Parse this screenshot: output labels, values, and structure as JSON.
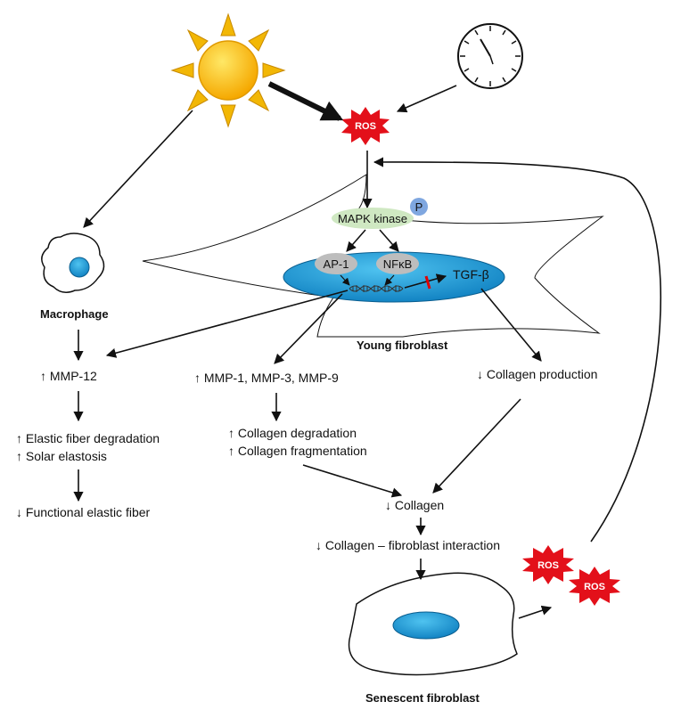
{
  "labels": {
    "ros_top": "ROS",
    "mapk": "MAPK kinase",
    "phospho": "P",
    "ap1": "AP-1",
    "nfkb": "NFκB",
    "tgfb": "TGF-β",
    "young_fibroblast": "Young fibroblast",
    "macrophage": "Macrophage",
    "mmp12": "↑ MMP-12",
    "mmp_1_3_9": "↑ MMP-1, MMP-3, MMP-9",
    "collagen_production": "↓ Collagen production",
    "elastic_degradation": "↑ Elastic fiber degradation",
    "solar_elastosis": "↑ Solar elastosis",
    "functional_elastic": "↓ Functional elastic fiber",
    "collagen_degradation": "↑ Collagen degradation",
    "collagen_fragmentation": "↑ Collagen fragmentation",
    "collagen": "↓ Collagen",
    "collagen_interaction": "↓ Collagen – fibroblast interaction",
    "ros_left": "ROS",
    "ros_right": "ROS",
    "senescent_fibroblast": "Senescent fibroblast"
  },
  "colors": {
    "sun": "#FFC20E",
    "sun_ray": "#F2B705",
    "ros_burst": "#E3101A",
    "nucleus": "#1E9FDB",
    "mapk_fill": "#CFE8C2",
    "tf_fill": "#BDBDBD",
    "phospho_fill": "#7FA7E0",
    "inhibit": "#E00000"
  },
  "icons": [
    "sun-icon",
    "clock-icon",
    "dna-icon",
    "ros-burst-icon"
  ]
}
